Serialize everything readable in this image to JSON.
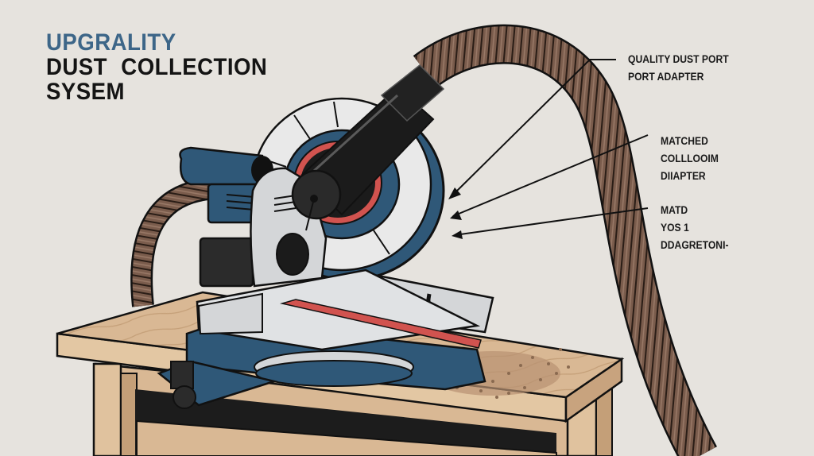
{
  "title": {
    "line1": "UPGRALITY",
    "line2": "DUST  COLLECTION",
    "line3": "SYSEM"
  },
  "callouts": [
    {
      "lines": [
        "QUALITY DUST PORT",
        "PORT ADAPTER"
      ]
    },
    {
      "lines": [
        "MATCHED",
        "COLLLOOIM",
        "DIIAPTER"
      ]
    },
    {
      "lines": [
        "MATD",
        "YOS 1",
        "DDAGRETONI-"
      ]
    }
  ],
  "colors": {
    "background": "#e6e3de",
    "title_accent": "#3d6688",
    "saw_blue": "#2f5878",
    "hose_brown": "#7a5c4c",
    "wood": "#d9b894",
    "red_accent": "#d1534f",
    "adapter_black": "#1b1b1b",
    "aluminum": "#d4d6d8"
  }
}
